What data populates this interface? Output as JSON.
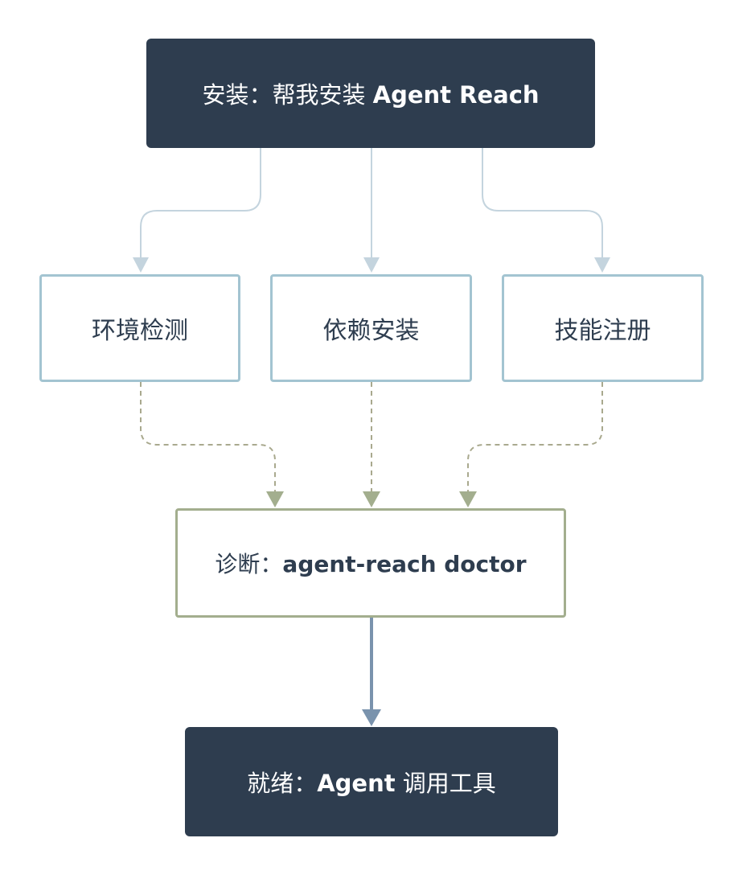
{
  "install": {
    "prefix": "安装：帮我安装 ",
    "bold": "Agent Reach"
  },
  "steps": [
    {
      "label": "环境检测"
    },
    {
      "label": "依赖安装"
    },
    {
      "label": "技能注册"
    }
  ],
  "doctor": {
    "prefix": "诊断：",
    "bold": "agent-reach doctor"
  },
  "ready": {
    "prefix": "就绪：",
    "bold": "Agent",
    "suffix": " 调用工具"
  },
  "colors": {
    "dark_node": "#2e3d4f",
    "step_border": "#a3c4d1",
    "doctor_border": "#a3ae8e",
    "solid_arrow": "#c4d4de",
    "dashed_arrow": "#a9a98e",
    "final_arrow": "#7a93ad"
  }
}
